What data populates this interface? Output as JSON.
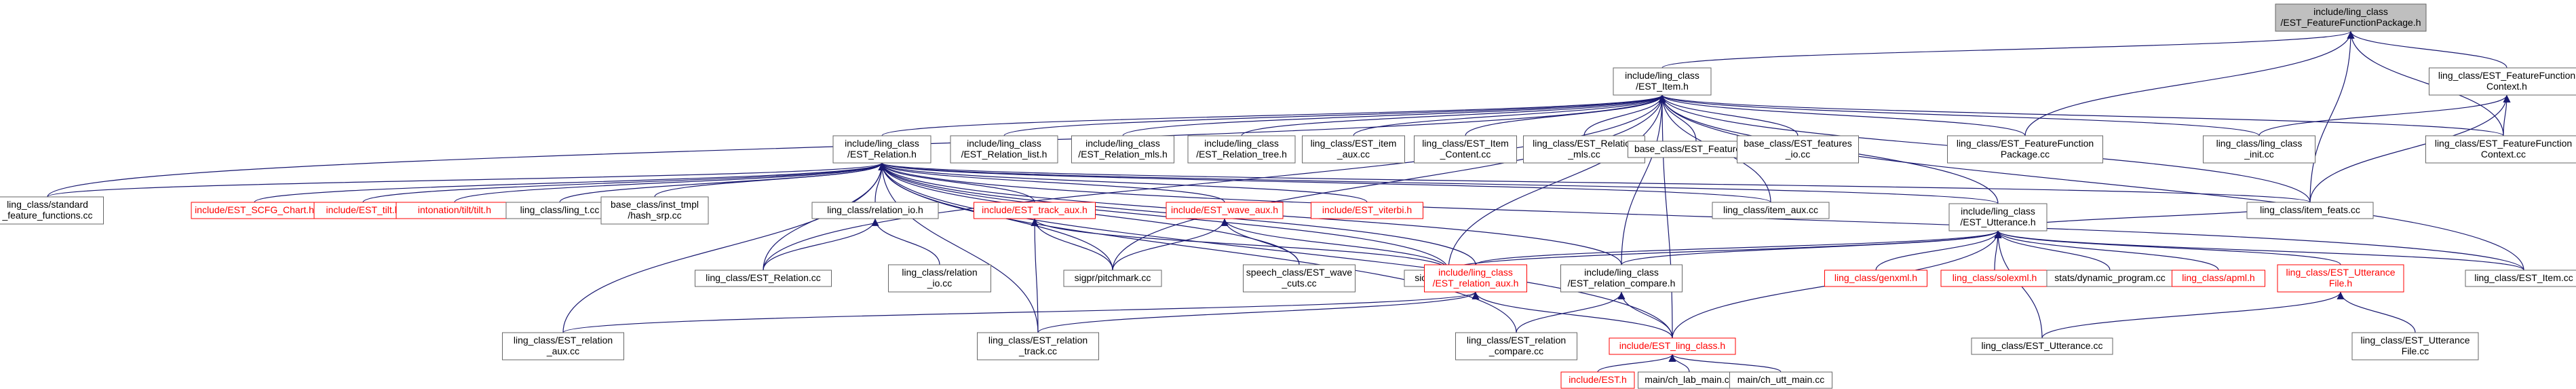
{
  "colors": {
    "edge": "#191970",
    "box_border": "#666666",
    "box_border_red": "#ff0000",
    "root_fill": "#bfbfbf",
    "text": "#000000",
    "text_red": "#ff0000"
  },
  "nodes": [
    {
      "id": "root",
      "lines": [
        "include/ling_class",
        "/EST_FeatureFunctionPackage.h"
      ],
      "red": false,
      "root": true
    },
    {
      "id": "item_h",
      "lines": [
        "include/ling_class",
        "/EST_Item.h"
      ],
      "red": false
    },
    {
      "id": "ffc_h",
      "lines": [
        "ling_class/EST_FeatureFunction",
        "Context.h"
      ],
      "red": false
    },
    {
      "id": "relation_h",
      "lines": [
        "include/ling_class",
        "/EST_Relation.h"
      ],
      "red": false
    },
    {
      "id": "rel_list_h",
      "lines": [
        "include/ling_class",
        "/EST_Relation_list.h"
      ],
      "red": false
    },
    {
      "id": "rel_mls_h",
      "lines": [
        "include/ling_class",
        "/EST_Relation_mls.h"
      ],
      "red": false
    },
    {
      "id": "rel_tree_h",
      "lines": [
        "include/ling_class",
        "/EST_Relation_tree.h"
      ],
      "red": false
    },
    {
      "id": "item_aux_cc",
      "lines": [
        "ling_class/EST_item",
        "_aux.cc"
      ],
      "red": false
    },
    {
      "id": "item_content_cc",
      "lines": [
        "ling_class/EST_Item",
        "_Content.cc"
      ],
      "red": false
    },
    {
      "id": "rel_mls_cc",
      "lines": [
        "ling_class/EST_Relation",
        "_mls.cc"
      ],
      "red": false
    },
    {
      "id": "base_features_cc",
      "lines": [
        "base_class/EST_Features.cc"
      ],
      "red": false
    },
    {
      "id": "base_features_io",
      "lines": [
        "base_class/EST_features",
        "_io.cc"
      ],
      "red": false
    },
    {
      "id": "ffp_cc",
      "lines": [
        "ling_class/EST_FeatureFunction",
        "Package.cc"
      ],
      "red": false
    },
    {
      "id": "ling_init_cc",
      "lines": [
        "ling_class/ling_class",
        "_init.cc"
      ],
      "red": false
    },
    {
      "id": "ffc_cc",
      "lines": [
        "ling_class/EST_FeatureFunction",
        "Context.cc"
      ],
      "red": false
    },
    {
      "id": "std_feat_cc",
      "lines": [
        "ling_class/standard",
        "_feature_functions.cc"
      ],
      "red": false
    },
    {
      "id": "scfg_chart_h",
      "lines": [
        "include/EST_SCFG_Chart.h"
      ],
      "red": true
    },
    {
      "id": "tilt_h",
      "lines": [
        "include/EST_tilt.h"
      ],
      "red": true
    },
    {
      "id": "intonation_tilt_h",
      "lines": [
        "intonation/tilt/tilt.h"
      ],
      "red": true
    },
    {
      "id": "ling_t_cc",
      "lines": [
        "ling_class/ling_t.cc"
      ],
      "red": false
    },
    {
      "id": "inst_tmpl",
      "lines": [
        "base_class/inst_tmpl",
        "/hash_srp.cc"
      ],
      "red": false
    },
    {
      "id": "rel_io_h",
      "lines": [
        "ling_class/relation_io.h"
      ],
      "red": false
    },
    {
      "id": "track_aux_h",
      "lines": [
        "include/EST_track_aux.h"
      ],
      "red": true
    },
    {
      "id": "wave_aux_h",
      "lines": [
        "include/EST_wave_aux.h"
      ],
      "red": true
    },
    {
      "id": "viterbi_h",
      "lines": [
        "include/EST_viterbi.h"
      ],
      "red": true
    },
    {
      "id": "item_aux_cc2",
      "lines": [
        "ling_class/item_aux.cc"
      ],
      "red": false
    },
    {
      "id": "item_feats_cc",
      "lines": [
        "ling_class/item_feats.cc"
      ],
      "red": false
    },
    {
      "id": "utt_h",
      "lines": [
        "include/ling_class",
        "/EST_Utterance.h"
      ],
      "red": false
    },
    {
      "id": "rel_cc",
      "lines": [
        "ling_class/EST_Relation.cc"
      ],
      "red": false
    },
    {
      "id": "rel_io_cc",
      "lines": [
        "ling_class/relation",
        "_io.cc"
      ],
      "red": false
    },
    {
      "id": "pitchmark_cc",
      "lines": [
        "sigpr/pitchmark.cc"
      ],
      "red": false
    },
    {
      "id": "wave_cuts_cc",
      "lines": [
        "speech_class/EST_wave",
        "_cuts.cc"
      ],
      "red": false
    },
    {
      "id": "siod_est_cc",
      "lines": [
        "siod/siod_est.cc"
      ],
      "red": false
    },
    {
      "id": "rel_aux_h",
      "lines": [
        "include/ling_class",
        "/EST_relation_aux.h"
      ],
      "red": true
    },
    {
      "id": "rel_compare_h",
      "lines": [
        "include/ling_class",
        "/EST_relation_compare.h"
      ],
      "red": false
    },
    {
      "id": "genxml_h",
      "lines": [
        "ling_class/genxml.h"
      ],
      "red": true
    },
    {
      "id": "solexml_h",
      "lines": [
        "ling_class/solexml.h"
      ],
      "red": true
    },
    {
      "id": "dyn_prog_cc",
      "lines": [
        "stats/dynamic_program.cc"
      ],
      "red": false
    },
    {
      "id": "apml_h",
      "lines": [
        "ling_class/apml.h"
      ],
      "red": true
    },
    {
      "id": "utt_file_h",
      "lines": [
        "ling_class/EST_Utterance",
        "File.h"
      ],
      "red": true
    },
    {
      "id": "est_item_cc",
      "lines": [
        "ling_class/EST_Item.cc"
      ],
      "red": false
    },
    {
      "id": "rel_aux_cc",
      "lines": [
        "ling_class/EST_relation",
        "_aux.cc"
      ],
      "red": false
    },
    {
      "id": "rel_track_cc",
      "lines": [
        "ling_class/EST_relation",
        "_track.cc"
      ],
      "red": false
    },
    {
      "id": "rel_compare_cc",
      "lines": [
        "ling_class/EST_relation",
        "_compare.cc"
      ],
      "red": false
    },
    {
      "id": "ling_class_h",
      "lines": [
        "include/EST_ling_class.h"
      ],
      "red": true
    },
    {
      "id": "utt_cc",
      "lines": [
        "ling_class/EST_Utterance.cc"
      ],
      "red": false
    },
    {
      "id": "utt_file_cc",
      "lines": [
        "ling_class/EST_Utterance",
        "File.cc"
      ],
      "red": false
    },
    {
      "id": "est_h",
      "lines": [
        "include/EST.h"
      ],
      "red": true
    },
    {
      "id": "ch_lab_cc",
      "lines": [
        "main/ch_lab_main.cc"
      ],
      "red": false
    },
    {
      "id": "ch_utt_cc",
      "lines": [
        "main/ch_utt_main.cc"
      ],
      "red": false
    }
  ],
  "edges": [
    [
      "root",
      "item_h"
    ],
    [
      "root",
      "ffc_h"
    ],
    [
      "root",
      "ffp_cc"
    ],
    [
      "root",
      "item_feats_cc"
    ],
    [
      "root",
      "ffc_cc"
    ],
    [
      "item_h",
      "relation_h"
    ],
    [
      "item_h",
      "rel_list_h"
    ],
    [
      "item_h",
      "rel_mls_h"
    ],
    [
      "item_h",
      "rel_tree_h"
    ],
    [
      "item_h",
      "item_aux_cc"
    ],
    [
      "item_h",
      "item_content_cc"
    ],
    [
      "item_h",
      "rel_mls_cc"
    ],
    [
      "item_h",
      "base_features_cc"
    ],
    [
      "item_h",
      "base_features_io"
    ],
    [
      "item_h",
      "ffp_cc"
    ],
    [
      "item_h",
      "ling_init_cc"
    ],
    [
      "item_h",
      "ffc_cc"
    ],
    [
      "item_h",
      "std_feat_cc"
    ],
    [
      "item_h",
      "item_aux_cc2"
    ],
    [
      "item_h",
      "item_feats_cc"
    ],
    [
      "item_h",
      "utt_h"
    ],
    [
      "item_h",
      "est_item_cc"
    ],
    [
      "item_h",
      "rel_cc"
    ],
    [
      "item_h",
      "siod_est_cc"
    ],
    [
      "item_h",
      "rel_compare_h"
    ],
    [
      "item_h",
      "pitchmark_cc"
    ],
    [
      "item_h",
      "ling_class_h"
    ],
    [
      "ffc_h",
      "ling_init_cc"
    ],
    [
      "ffc_h",
      "ffc_cc"
    ],
    [
      "ffc_h",
      "item_feats_cc"
    ],
    [
      "relation_h",
      "std_feat_cc"
    ],
    [
      "relation_h",
      "scfg_chart_h"
    ],
    [
      "relation_h",
      "tilt_h"
    ],
    [
      "relation_h",
      "intonation_tilt_h"
    ],
    [
      "relation_h",
      "ling_t_cc"
    ],
    [
      "relation_h",
      "inst_tmpl"
    ],
    [
      "relation_h",
      "rel_io_h"
    ],
    [
      "relation_h",
      "rel_cc"
    ],
    [
      "relation_h",
      "track_aux_h"
    ],
    [
      "relation_h",
      "wave_aux_h"
    ],
    [
      "relation_h",
      "viterbi_h"
    ],
    [
      "relation_h",
      "item_aux_cc2"
    ],
    [
      "relation_h",
      "item_feats_cc"
    ],
    [
      "relation_h",
      "utt_h"
    ],
    [
      "relation_h",
      "rel_aux_h"
    ],
    [
      "relation_h",
      "rel_compare_h"
    ],
    [
      "relation_h",
      "rel_aux_cc"
    ],
    [
      "relation_h",
      "rel_track_cc"
    ],
    [
      "relation_h",
      "siod_est_cc"
    ],
    [
      "relation_h",
      "pitchmark_cc"
    ],
    [
      "relation_h",
      "wave_cuts_cc"
    ],
    [
      "relation_h",
      "ling_class_h"
    ],
    [
      "relation_h",
      "est_item_cc"
    ],
    [
      "relation_h",
      "rel_compare_cc"
    ],
    [
      "rel_io_h",
      "rel_cc"
    ],
    [
      "rel_io_h",
      "rel_io_cc"
    ],
    [
      "track_aux_h",
      "pitchmark_cc"
    ],
    [
      "track_aux_h",
      "rel_track_cc"
    ],
    [
      "track_aux_h",
      "siod_est_cc"
    ],
    [
      "wave_aux_h",
      "pitchmark_cc"
    ],
    [
      "wave_aux_h",
      "wave_cuts_cc"
    ],
    [
      "wave_aux_h",
      "siod_est_cc"
    ],
    [
      "utt_h",
      "siod_est_cc"
    ],
    [
      "utt_h",
      "rel_aux_h"
    ],
    [
      "utt_h",
      "rel_compare_h"
    ],
    [
      "utt_h",
      "genxml_h"
    ],
    [
      "utt_h",
      "solexml_h"
    ],
    [
      "utt_h",
      "dyn_prog_cc"
    ],
    [
      "utt_h",
      "apml_h"
    ],
    [
      "utt_h",
      "utt_file_h"
    ],
    [
      "utt_h",
      "est_item_cc"
    ],
    [
      "utt_h",
      "utt_cc"
    ],
    [
      "utt_h",
      "ling_class_h"
    ],
    [
      "utt_h",
      "item_feats_cc"
    ],
    [
      "rel_aux_h",
      "rel_aux_cc"
    ],
    [
      "rel_aux_h",
      "rel_track_cc"
    ],
    [
      "rel_aux_h",
      "ling_class_h"
    ],
    [
      "rel_compare_h",
      "rel_compare_cc"
    ],
    [
      "rel_compare_h",
      "ling_class_h"
    ],
    [
      "utt_file_h",
      "utt_cc"
    ],
    [
      "utt_file_h",
      "utt_file_cc"
    ],
    [
      "ling_class_h",
      "est_h"
    ],
    [
      "ling_class_h",
      "ch_lab_cc"
    ],
    [
      "ling_class_h",
      "ch_utt_cc"
    ]
  ]
}
